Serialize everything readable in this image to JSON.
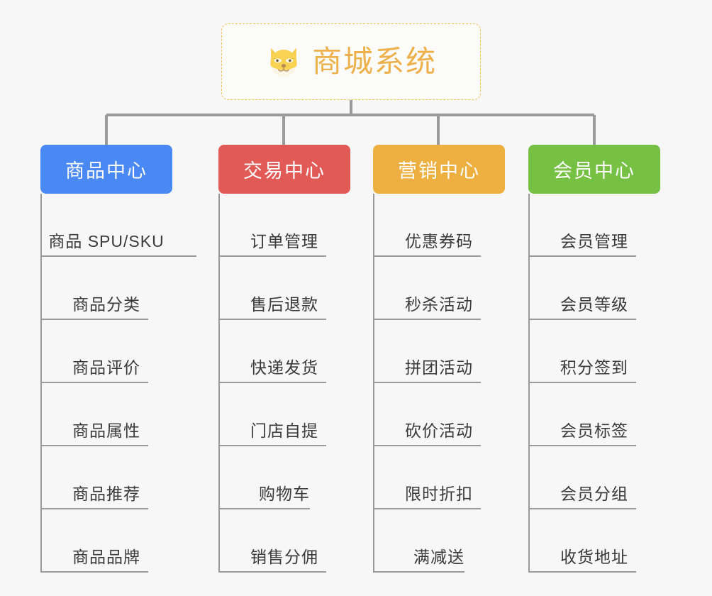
{
  "diagram": {
    "type": "mind-map",
    "background_color": "#f7f7f7",
    "root": {
      "title": "商城系统",
      "icon": "dog-face-icon",
      "text_color": "#edb04a",
      "border_color": "#f0c257"
    },
    "connector_color": "#9a9a9a",
    "branches": [
      {
        "label": "商品中心",
        "color": "#4a89f3",
        "items": [
          "商品 SPU/SKU",
          "商品分类",
          "商品评价",
          "商品属性",
          "商品推荐",
          "商品品牌"
        ]
      },
      {
        "label": "交易中心",
        "color": "#e25a56",
        "items": [
          "订单管理",
          "售后退款",
          "快递发货",
          "门店自提",
          "购物车",
          "销售分佣"
        ]
      },
      {
        "label": "营销中心",
        "color": "#eeaf41",
        "items": [
          "优惠券码",
          "秒杀活动",
          "拼团活动",
          "砍价活动",
          "限时折扣",
          "满减送"
        ]
      },
      {
        "label": "会员中心",
        "color": "#76c044",
        "items": [
          "会员管理",
          "会员等级",
          "积分签到",
          "会员标签",
          "会员分组",
          "收货地址"
        ]
      }
    ]
  }
}
